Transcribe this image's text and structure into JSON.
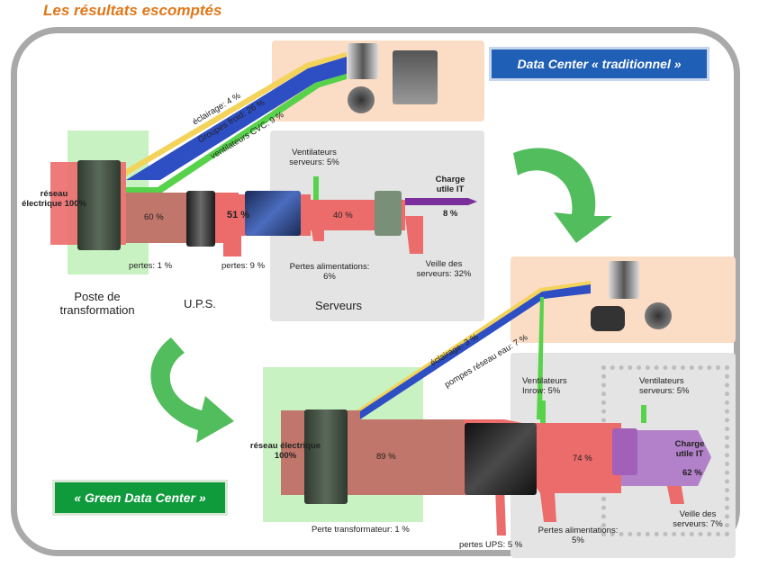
{
  "header": {
    "title": "Les résultats escomptés"
  },
  "traditional": {
    "tag": "Data Center « traditionnel »",
    "reseau": "réseau électrique 100%",
    "pct_60": "60 %",
    "pct_51": "51 %",
    "pct_40": "40 %",
    "pct_8": "8 %",
    "eclairage": "éclairage: 4 %",
    "groupes_froid": "Groupes froid: 26 %",
    "ventilateurs_cvc": "ventilateurs CVC: 9 %",
    "ventilateurs_serveurs": "Ventilateurs serveurs: 5%",
    "charge_utile": "Charge utile IT",
    "pertes_1": "pertes: 1 %",
    "pertes_9": "pertes: 9 %",
    "pertes_alim": "Pertes alimentations: 6%",
    "veille": "Veille des serveurs: 32%",
    "poste": "Poste de transformation",
    "ups": "U.P.S.",
    "serveurs": "Serveurs"
  },
  "green": {
    "tag": "« Green Data Center »",
    "reseau": "réseau électrique 100%",
    "pct_89": "89 %",
    "pct_74": "74 %",
    "charge_utile": "Charge utile IT",
    "pct_62": "62 %",
    "eclairage": "éclairage: 3 %",
    "pompes": "pompes réseau eau: 7 %",
    "ventilateurs_inrow": "Ventilateurs Inrow: 5%",
    "ventilateurs_serveurs": "Ventilateurs serveurs: 5%",
    "perte_transfo": "Perte transformateur: 1 %",
    "pertes_ups": "pertes UPS: 5 %",
    "pertes_alim": "Pertes alimentations: 5%",
    "veille": "Veille des serveurs: 7%"
  },
  "colors": {
    "accent_orange": "#e0781a",
    "tag_blue": "#1f5fb5",
    "tag_green": "#0f9a3c",
    "flow_red": "#ec6b6b",
    "flow_blue": "#2e4fc4",
    "flow_green": "#57d24b",
    "flow_yellow": "#f3d35a",
    "flow_purple": "#7b2f9c"
  }
}
